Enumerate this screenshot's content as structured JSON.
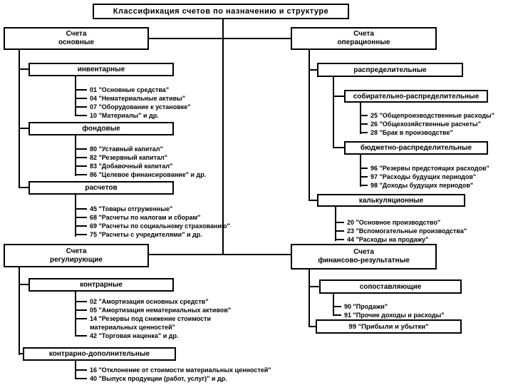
{
  "title": "Классификация  счетов  по  назначению  и  структуре",
  "left": {
    "top": {
      "label": "Счета\nосновные",
      "children": [
        {
          "label": "инвентарные",
          "items": [
            "01 \"Основные средства\"",
            "04 \"Нематериальные активы\"",
            "07 \"Оборудование к установке\"",
            "10 \"Материалы\" и др."
          ]
        },
        {
          "label": "фондовые",
          "items": [
            "80 \"Уставный капитал\"",
            "82 \"Резервный капитал\"",
            "83 \"Добавочный капитал\"",
            "86 \"Целевое финансирование\" и др."
          ]
        },
        {
          "label": "расчетов",
          "items": [
            "45 \"Товары отгруженные\"",
            "68 \"Расчеты по налогам и сборам\"",
            "69 \"Расчеты по социальному страхованию\"",
            "75 \"Расчеты с учредителями\" и др."
          ]
        }
      ]
    },
    "bottom": {
      "label": "Счета\nрегулирующие",
      "children": [
        {
          "label": "контрарные",
          "items": [
            "02 \"Амортизация основных средств\"",
            "05 \"Амортизация нематериальных активов\"",
            "14 \"Резервы под снижение стоимости материальных ценностей\"",
            "42 \"Торговая наценка\" и др."
          ]
        },
        {
          "label": "контрарно-дополнительные",
          "items": [
            "16 \"Отклонение от стоимости материальных ценностей\"",
            "40 \"Выпуск продукции (работ, услуг)\" и др."
          ]
        }
      ]
    }
  },
  "right": {
    "top": {
      "label": "Счета\nоперационные",
      "raspred": {
        "label": "распределительные",
        "children": [
          {
            "label": "собирательно-распределительные",
            "items": [
              "25 \"Общепроизводственные расходы\"",
              "26 \"Общехозяйственные расчеты\"",
              "28 \"Брак в производстве\""
            ]
          },
          {
            "label": "бюджетно-распределительные",
            "items": [
              "96 \"Резервы предстоящих расходов\"",
              "97 \"Расходы будущих периодов\"",
              "98 \"Доходы будущих периодов\""
            ]
          }
        ]
      },
      "kalk": {
        "label": "калькуляционные",
        "items": [
          "20 \"Основное производство\"",
          "23 \"Вспомогательные производства\"",
          "44 \"Расходы на продажу\""
        ]
      }
    },
    "bottom": {
      "label": "Счета\nфинансово-результатные",
      "sopost": {
        "label": "сопоставляющие",
        "items": [
          "90 \"Продажи\"",
          "91 \"Прочие доходы и расходы\""
        ]
      },
      "profit_box": "99 \"Прибыли и убытки\""
    }
  },
  "colors": {
    "line": "#000000",
    "background": "#ffffff"
  }
}
